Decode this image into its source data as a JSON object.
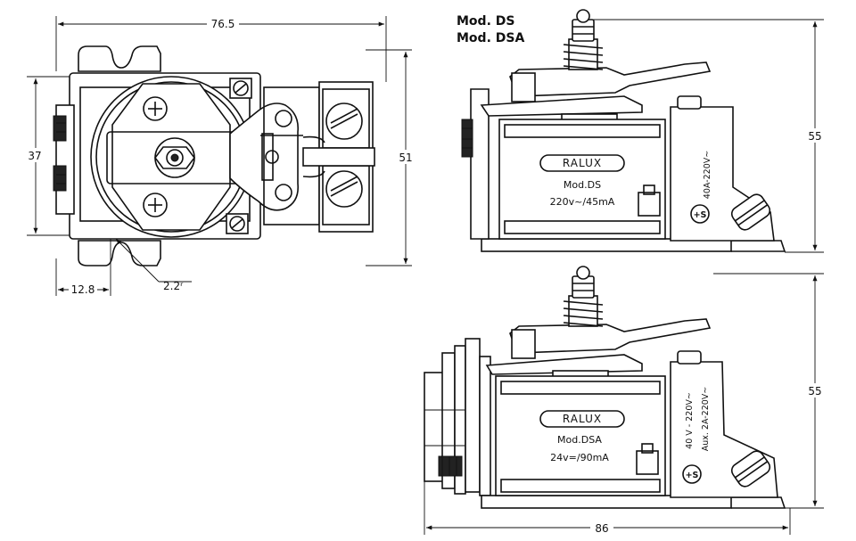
{
  "top_view": {
    "dim_width": "76.5",
    "dim_height_left": "37",
    "dim_height_right": "51",
    "dim_offset": "12.8",
    "dim_radius": "2.2ʳ"
  },
  "side_view_ds": {
    "model_lines": [
      "Mod. DS",
      "Mod. DSA"
    ],
    "brand": "RALUX",
    "model": "Mod.DS",
    "rating": "220v~/45mA",
    "contact_rating": "40A-220V~",
    "dim_height": "55"
  },
  "side_view_dsa": {
    "brand": "RALUX",
    "model": "Mod.DSA",
    "rating": "24v=/90mA",
    "contact_rating": "40 V - 220V~",
    "aux_rating": "Aux. 2A-220V~",
    "dim_height": "55",
    "dim_length": "86"
  }
}
